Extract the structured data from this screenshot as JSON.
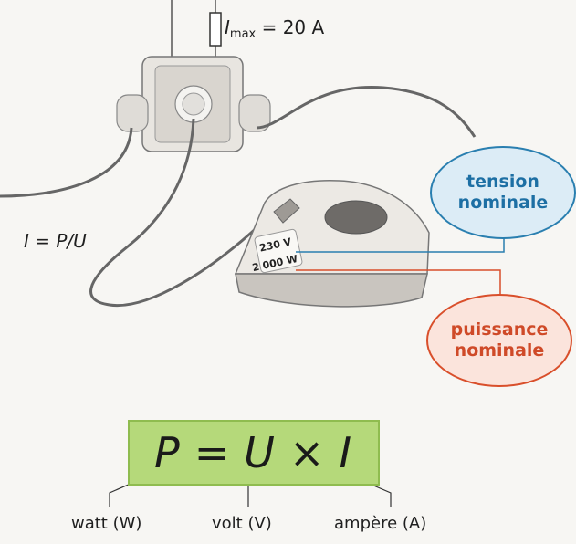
{
  "imax": {
    "symbol": "I",
    "subscript": "max",
    "value": "= 20 A"
  },
  "power_relation": "I = P/U",
  "tension_label": "tension\nnominale",
  "puissance_label": "puissance\nnominale",
  "iron_voltage": "230 V",
  "iron_power": "2 000 W",
  "formula": {
    "p": "P",
    "u": "U",
    "i": "I"
  },
  "units": {
    "watt": "watt (W)",
    "volt": "volt (V)",
    "ampere": "ampère (A)"
  },
  "colors": {
    "tension": "#2a7fb0",
    "puissance": "#d94f2b",
    "formula_bg": "#b5d97a"
  }
}
